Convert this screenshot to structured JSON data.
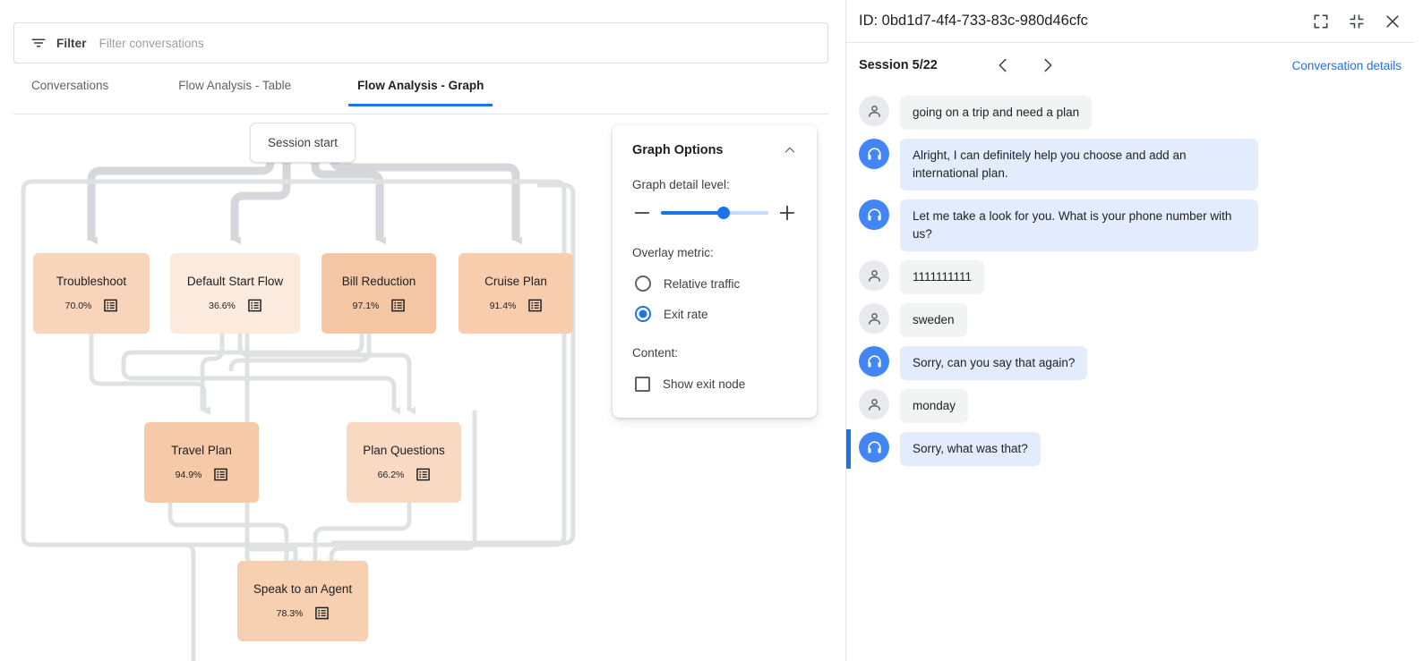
{
  "filter": {
    "label": "Filter",
    "placeholder": "Filter conversations",
    "value": "",
    "icon": "filter-list-icon"
  },
  "tabs": [
    {
      "label": "Conversations",
      "active": false
    },
    {
      "label": "Flow Analysis - Table",
      "active": false
    },
    {
      "label": "Flow Analysis - Graph",
      "active": true
    }
  ],
  "graph": {
    "session_start_label": "Session start",
    "nodes": [
      {
        "id": "troubleshoot",
        "label": "Troubleshoot",
        "pct": "70.0%",
        "color": "#f7d4ba",
        "icon": "list-icon"
      },
      {
        "id": "default_start",
        "label": "Default Start Flow",
        "pct": "36.6%",
        "color": "#fbeade",
        "icon": "list-icon"
      },
      {
        "id": "bill_reduction",
        "label": "Bill Reduction",
        "pct": "97.1%",
        "color": "#f5c6a3",
        "icon": "list-icon"
      },
      {
        "id": "cruise_plan",
        "label": "Cruise Plan",
        "pct": "91.4%",
        "color": "#f7cdae",
        "icon": "list-icon"
      },
      {
        "id": "travel_plan",
        "label": "Travel Plan",
        "pct": "94.9%",
        "color": "#f6caa9",
        "icon": "list-icon"
      },
      {
        "id": "plan_questions",
        "label": "Plan Questions",
        "pct": "66.2%",
        "color": "#f9d9c2",
        "icon": "list-icon"
      },
      {
        "id": "speak_agent",
        "label": "Speak to an Agent",
        "pct": "78.3%",
        "color": "#f7cfb1",
        "icon": "list-icon"
      }
    ]
  },
  "options": {
    "title": "Graph Options",
    "collapse_icon": "chevron-up-icon",
    "detail_label": "Graph detail level:",
    "minus_icon": "minus-icon",
    "plus_icon": "plus-icon",
    "slider_value": 58,
    "overlay_label": "Overlay metric:",
    "overlay_options": [
      {
        "label": "Relative traffic",
        "selected": false
      },
      {
        "label": "Exit rate",
        "selected": true
      }
    ],
    "content_label": "Content:",
    "checkbox_label": "Show exit node",
    "checkbox_checked": false
  },
  "conversation": {
    "id_text": "ID: 0bd1d7-4f4-733-83c-980d46cfc",
    "expand_icon": "fullscreen-icon",
    "collapse_icon": "fullscreen-exit-icon",
    "close_icon": "close-icon",
    "session_label": "Session 5/22",
    "prev_icon": "chevron-left-icon",
    "next_icon": "chevron-right-icon",
    "details_link": "Conversation details",
    "messages": [
      {
        "sender": "user",
        "text": "going on a trip and need a plan",
        "highlight": false
      },
      {
        "sender": "agent",
        "text": "Alright, I can definitely help you choose and add an international plan.",
        "highlight": false
      },
      {
        "sender": "agent",
        "text": "Let me take a look for you. What is your phone number with us?",
        "highlight": false
      },
      {
        "sender": "user",
        "text": "1111111111",
        "highlight": false
      },
      {
        "sender": "user",
        "text": "sweden",
        "highlight": false
      },
      {
        "sender": "agent",
        "text": "Sorry, can you say that again?",
        "highlight": false
      },
      {
        "sender": "user",
        "text": "monday",
        "highlight": false
      },
      {
        "sender": "agent",
        "text": "Sorry, what was that?",
        "highlight": true
      }
    ]
  },
  "colors": {
    "accent": "#1a73e8",
    "edge": "#d5d7da",
    "node_text": "#202124"
  }
}
